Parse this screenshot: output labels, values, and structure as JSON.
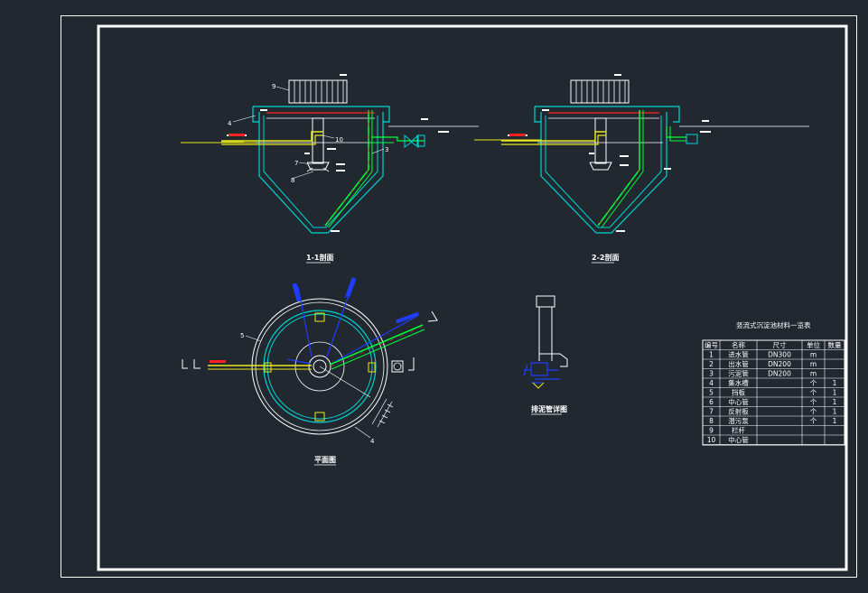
{
  "drawing": {
    "section_1_caption": "1-1剖面",
    "section_2_caption": "2-2剖面",
    "plan_caption": "平面图",
    "detail_caption": "排泥管详图",
    "section_1_callouts": [
      "9",
      "4",
      "10",
      "3",
      "7",
      "8"
    ],
    "plan_callouts": [
      "5",
      "4"
    ]
  },
  "material_table": {
    "title": "竖流式沉淀池材料一览表",
    "headers": [
      "编号",
      "名称",
      "尺寸",
      "单位",
      "数量"
    ],
    "rows": [
      [
        "1",
        "进水管",
        "DN300",
        "m",
        ""
      ],
      [
        "2",
        "出水管",
        "DN200",
        "m",
        ""
      ],
      [
        "3",
        "污泥管",
        "DN200",
        "m",
        ""
      ],
      [
        "4",
        "集水槽",
        "",
        "个",
        "1"
      ],
      [
        "5",
        "挡板",
        "",
        "个",
        "1"
      ],
      [
        "6",
        "中心管",
        "",
        "个",
        "1"
      ],
      [
        "7",
        "反射板",
        "",
        "个",
        "1"
      ],
      [
        "8",
        "潜污泵",
        "",
        "个",
        "1"
      ],
      [
        "9",
        "栏杆",
        "",
        "",
        ""
      ],
      [
        "10",
        "中心管",
        "",
        "",
        ""
      ]
    ]
  },
  "colors": {
    "background": "#212830",
    "frame": "#ffffff",
    "structure": "#00d4d4",
    "pipe_green": "#00ff3c",
    "pipe_red": "#ff2020",
    "pipe_yellow": "#e8e81a",
    "annotation_blue": "#1f3cff"
  }
}
